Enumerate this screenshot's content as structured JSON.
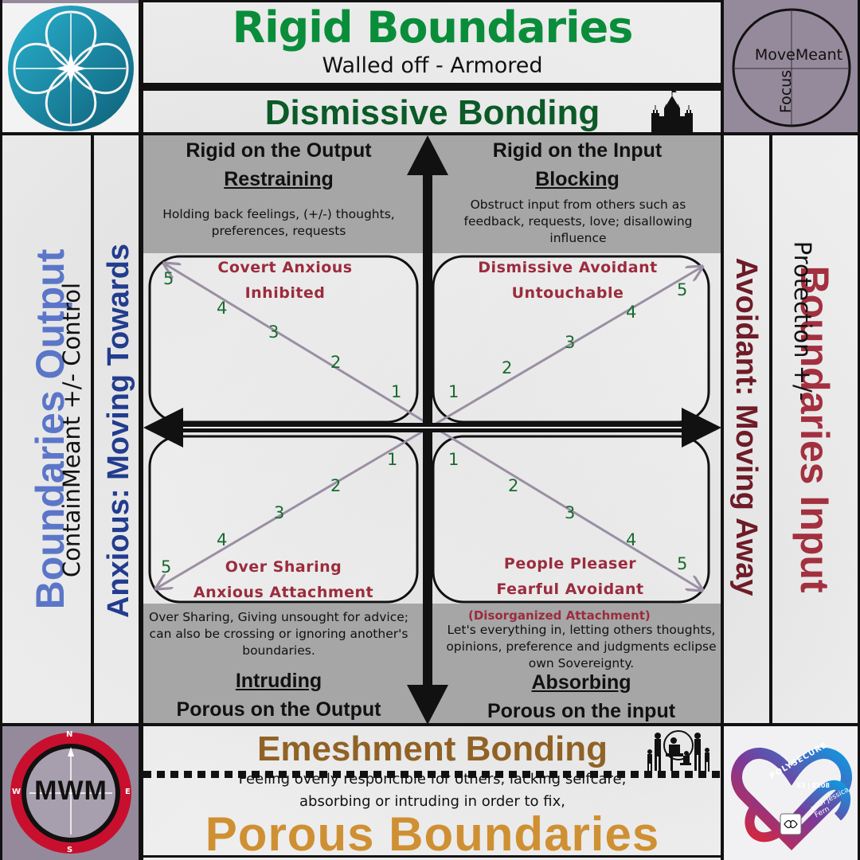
{
  "header": {
    "title": "Rigid Boundaries",
    "subtitle": "Walled off - Armored",
    "band_title": "Dismissive Bonding",
    "band_icon": "castle-icon"
  },
  "footer": {
    "band_title": "Emeshment Bonding",
    "band_icon": "family-silhouette-icon",
    "description_line1": "Feeling overly responcible for others, lacking selfcare,",
    "description_line2": "absorbing or intruding in order to fix,",
    "title": "Porous Boundaries"
  },
  "corners": {
    "top_left": {
      "icon": "teal-flower-logo-icon"
    },
    "top_right": {
      "icon": "movemeant-focus-circle-icon",
      "horizontal_label": "MoveMeant",
      "vertical_label": "Focus"
    },
    "bottom_left": {
      "icon": "compass-icon",
      "label": "MWM",
      "north": "N",
      "south": "S",
      "east": "E",
      "west": "W"
    },
    "bottom_right": {
      "icon": "polysecure-heart-logo-icon",
      "arc_text": "POLYSECURE",
      "episode": "S3 | E108",
      "host": "with Jessica Fern"
    }
  },
  "left_side": {
    "title": "Boundaries Output",
    "title_word1": "Boundaries",
    "title_word2": "Output",
    "subtitle": "ContainMeant +/- Control",
    "direction": "Anxious: Moving Towards"
  },
  "right_side": {
    "title": "Boundaries Input",
    "subtitle": "Protection +/-",
    "direction": "Avoidant: Moving Away"
  },
  "panels": {
    "top_left": {
      "heading": "Rigid on the Output",
      "subheading": "Restraining",
      "description": "Holding back feelings, (+/-) thoughts, preferences, requests"
    },
    "top_right": {
      "heading": "Rigid on the Input",
      "subheading": "Blocking",
      "description": "Obstruct input from others such as feedback, requests, love; disallowing influence"
    },
    "bottom_left": {
      "heading": "Porous on the Output",
      "subheading": "Intruding",
      "description": "Over Sharing, Giving unsought for advice; can also be crossing or ignoring another's boundaries."
    },
    "bottom_right": {
      "heading": "Porous on the input",
      "subheading": "Absorbing",
      "description": "Let's everything in,  letting others thoughts, opinions, preference and judgments eclipse own Sovereignty.",
      "note": "(Disorganized Attachment)"
    }
  },
  "quadrants": {
    "top_left": {
      "line1": "Covert Anxious",
      "line2": "Inhibited",
      "scale": [
        "1",
        "2",
        "3",
        "4",
        "5"
      ]
    },
    "top_right": {
      "line1": "Dismissive Avoidant",
      "line2": "Untouchable",
      "scale": [
        "1",
        "2",
        "3",
        "4",
        "5"
      ]
    },
    "bottom_left": {
      "line1": "Over Sharing",
      "line2": "Anxious Attachment",
      "scale": [
        "1",
        "2",
        "3",
        "4",
        "5"
      ]
    },
    "bottom_right": {
      "line1": "People Pleaser",
      "line2": "Fearful Avoidant",
      "scale": [
        "1",
        "2",
        "3",
        "4",
        "5"
      ]
    }
  },
  "colors": {
    "rigid_green": "#0a8d3a",
    "dismissive_green": "#0b5a27",
    "enmeshment_brown": "#906225",
    "porous_gold": "#cf9033",
    "output_blue": "#5b76c8",
    "anxious_navy": "#223c8e",
    "input_red": "#a3303f",
    "avoidant_maroon": "#6e1c28",
    "quadrant_label_red": "#9b2c3d",
    "scale_green": "#1a6b30",
    "diagonal_mauve": "#9b8fa3",
    "panel_grey": "#a6a6a6",
    "corner_mauve": "#958a9c"
  }
}
